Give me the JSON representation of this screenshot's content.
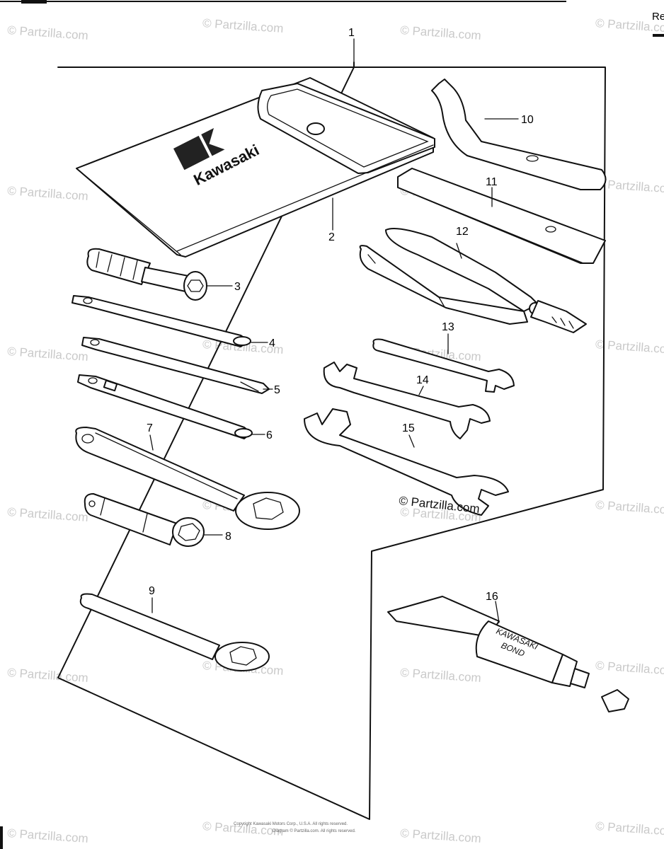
{
  "diagram": {
    "callouts": [
      {
        "id": "1",
        "label": "1"
      },
      {
        "id": "2",
        "label": "2"
      },
      {
        "id": "3",
        "label": "3"
      },
      {
        "id": "4",
        "label": "4"
      },
      {
        "id": "5",
        "label": "5"
      },
      {
        "id": "6",
        "label": "6"
      },
      {
        "id": "7",
        "label": "7"
      },
      {
        "id": "8",
        "label": "8"
      },
      {
        "id": "9",
        "label": "9"
      },
      {
        "id": "10",
        "label": "10"
      },
      {
        "id": "11",
        "label": "11"
      },
      {
        "id": "12",
        "label": "12"
      },
      {
        "id": "13",
        "label": "13"
      },
      {
        "id": "14",
        "label": "14"
      },
      {
        "id": "15",
        "label": "15"
      },
      {
        "id": "16",
        "label": "16"
      }
    ],
    "pouch_brand": "Kawasaki",
    "tube_label_line1": "KAWASAKI",
    "tube_label_line2": "BOND",
    "copyright": "© Partzilla.com",
    "watermark": "© Partzilla.com",
    "edge_text": "Re",
    "footer_line1": "Copyright Kawasaki Motors Corp., U.S.A. All rights reserved.",
    "footer_line2": "Diagram © Partzilla.com. All rights reserved."
  },
  "colors": {
    "ink": "#111111",
    "watermark": "#c9c9c9",
    "background": "#ffffff"
  }
}
